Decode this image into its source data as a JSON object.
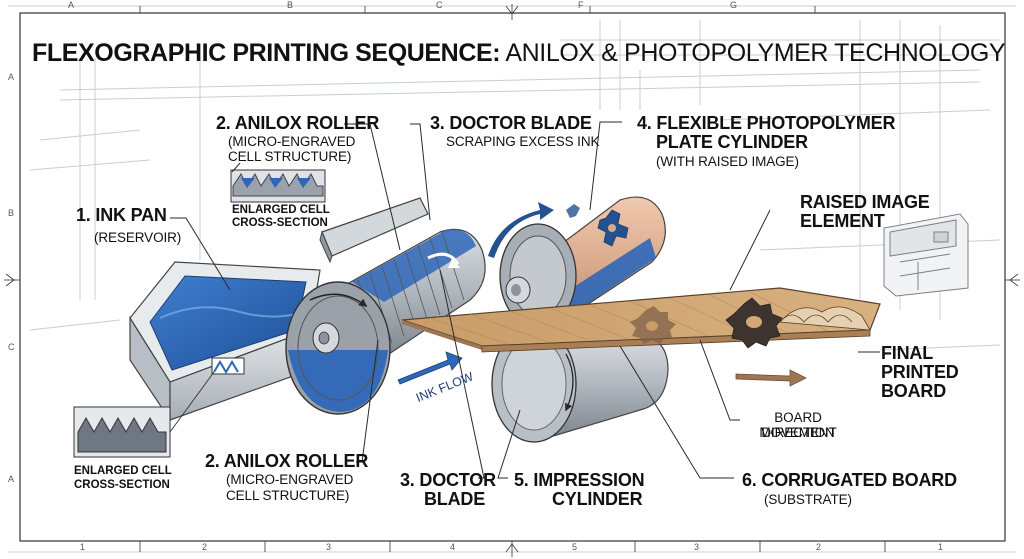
{
  "title": {
    "bold": "FLEXOGRAPHIC PRINTING SEQUENCE:",
    "regular": "ANILOX & PHOTOPOLYMER TECHNOLOGY"
  },
  "frame": {
    "top_letters": [
      "A",
      "B",
      "C",
      "F",
      "G"
    ],
    "side_letters": [
      "A",
      "B",
      "C",
      "A"
    ],
    "bottom_numbers": [
      "1",
      "2",
      "3",
      "4",
      "5",
      "3",
      "2",
      "1"
    ]
  },
  "labels": {
    "ink_pan": {
      "title": "1. INK PAN",
      "sub": "(RESERVOIR)"
    },
    "anilox_top": {
      "title": "2. ANILOX ROLLER",
      "sub_line1": "(MICRO-ENGRAVED",
      "sub_line2": "CELL STRUCTURE)"
    },
    "doctor_top": {
      "title": "3. DOCTOR BLADE",
      "sub": "SCRAPING EXCESS INK"
    },
    "plate": {
      "title_line1": "4. FLEXIBLE PHOTOPOLYMER",
      "title_line2": "PLATE CYLINDER",
      "sub": "(WITH RAISED IMAGE)"
    },
    "raised": {
      "line1": "RAISED IMAGE",
      "line2": "ELEMENT"
    },
    "cell_inset_top": {
      "line1": "ENLARGED CELL",
      "line2": "CROSS-SECTION"
    },
    "cell_inset_bottom": {
      "line1": "ENLARGED CELL",
      "line2": "CROSS-SECTION"
    },
    "ink_flow": "INK FLOW",
    "final": {
      "line1": "FINAL",
      "line2": "PRINTED",
      "line3": "BOARD"
    },
    "board_movement": {
      "line1": "BOARD MOVEMENT",
      "line2": "DIRECTION"
    },
    "anilox_bottom": {
      "title": "2. ANILOX ROLLER",
      "sub_line1": "(MICRO-ENGRAVED",
      "sub_line2": "CELL STRUCTURE)"
    },
    "doctor_bottom": {
      "line1": "3. DOCTOR",
      "line2": "BLADE"
    },
    "impression": {
      "line1": "5. IMPRESSION",
      "line2": "CYLINDER"
    },
    "corrugated": {
      "title": "6. CORRUGATED BOARD",
      "sub": "(SUBSTRATE)"
    }
  },
  "colors": {
    "ink_blue": "#2f67b8",
    "dark_blue": "#1d4a8c",
    "steel": "#a9b0b8",
    "steel_dark": "#6f7882",
    "plate_copper": "#d9a88a",
    "board_brown": "#c79a66",
    "gear_dark": "#3d3430",
    "gear_blue": "#24518f",
    "arrow_brown": "#9c7553"
  },
  "icons": [
    "gear-icon",
    "ink-flow-arrow-icon",
    "rotation-arrow-icon",
    "board-direction-arrow-icon",
    "control-console-icon"
  ]
}
